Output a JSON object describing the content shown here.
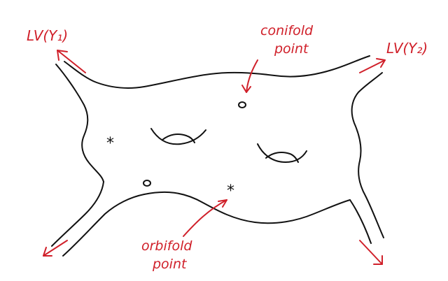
{
  "labels": {
    "lv_y1": "LV(Y₁)",
    "lv_y2": "LV(Y₂)",
    "conifold_line1": "conifold",
    "conifold_line2": "point",
    "orbifold_line1": "orbifold",
    "orbifold_line2": "point"
  },
  "marks": {
    "star": "*",
    "circle": "o"
  },
  "colors": {
    "ink": "#111111",
    "annotation": "#d0202a",
    "background": "#ffffff"
  }
}
